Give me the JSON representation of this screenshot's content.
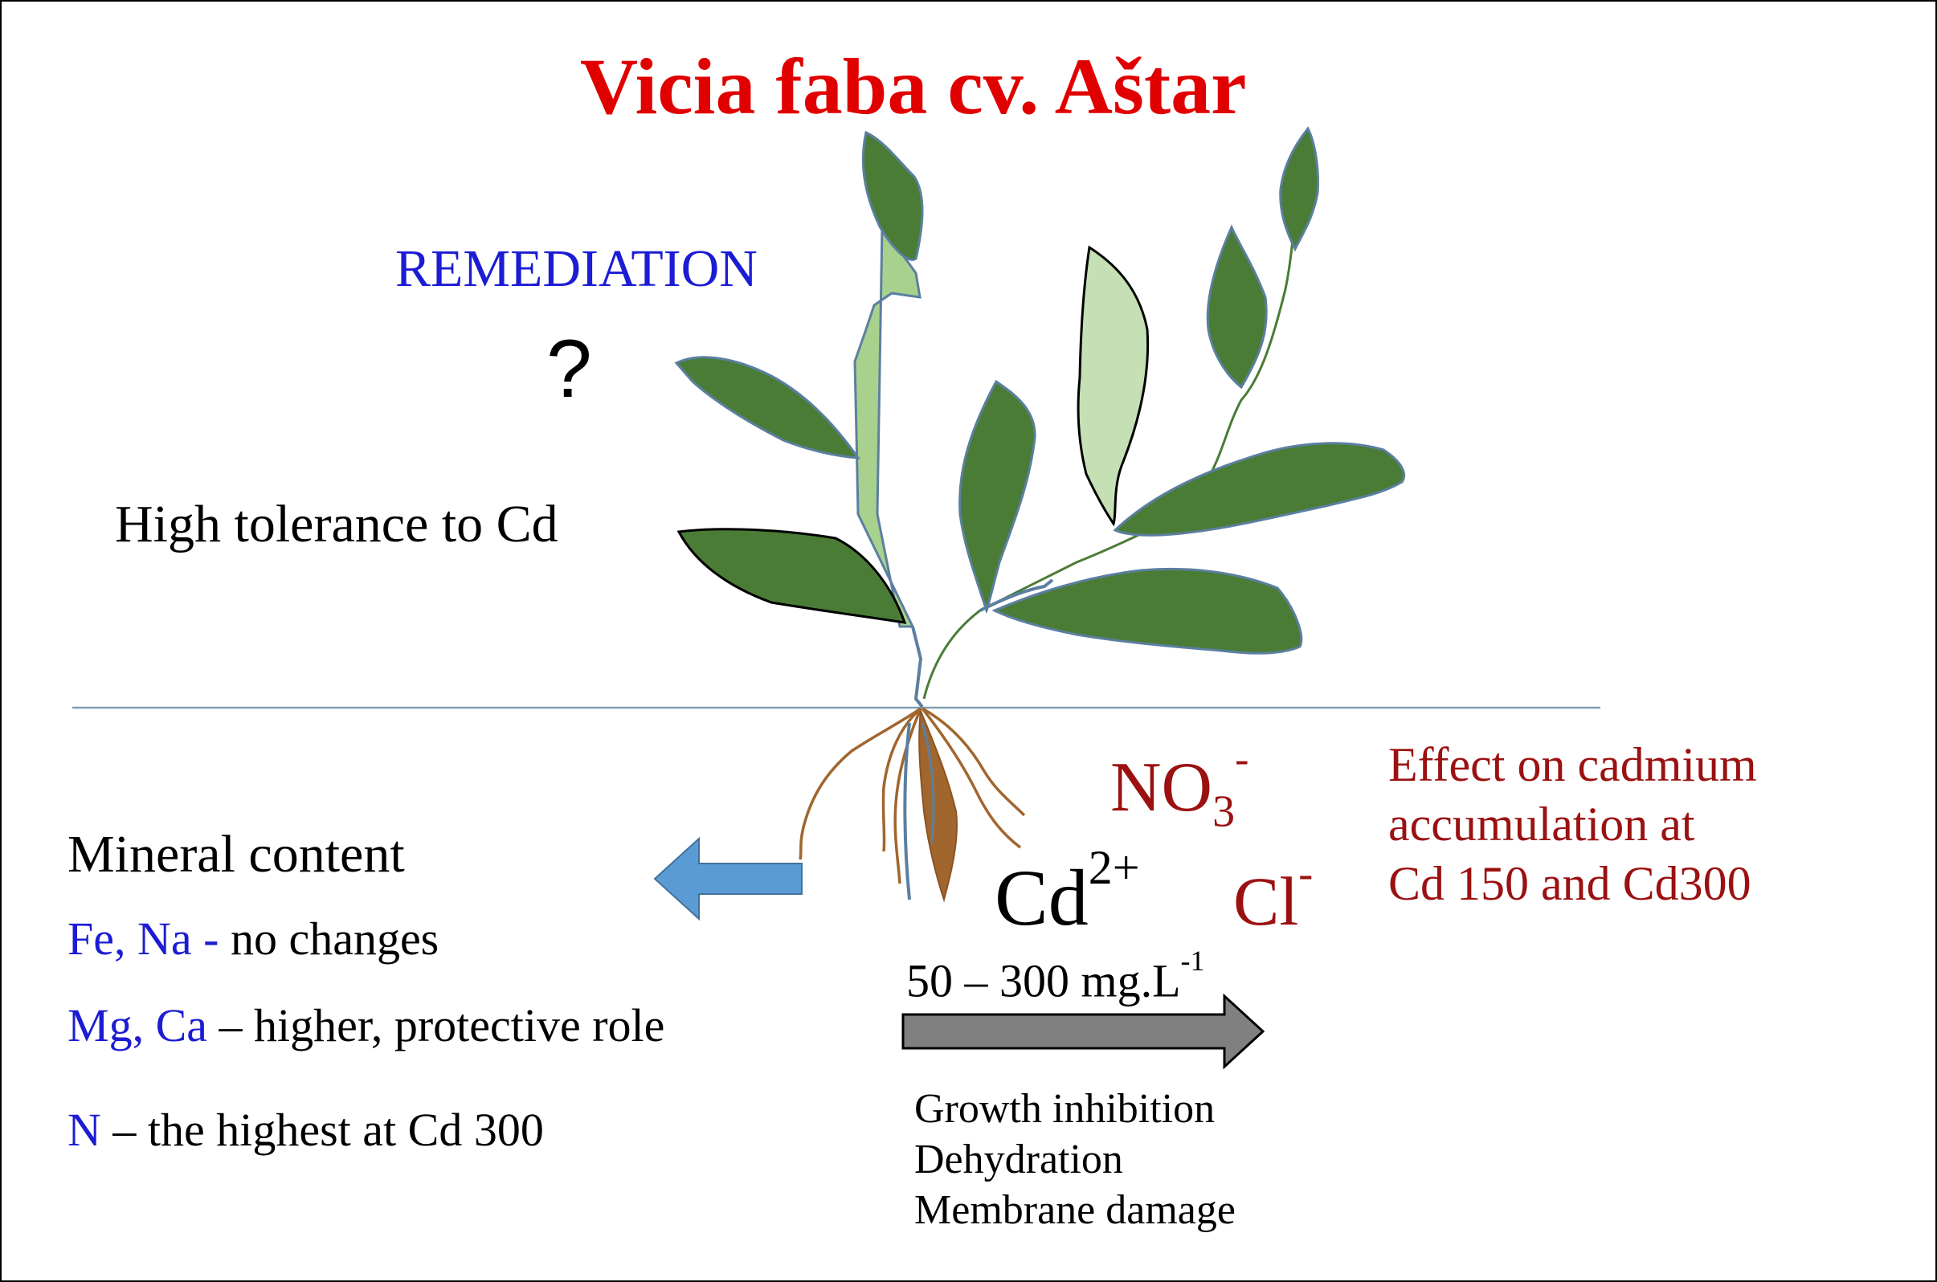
{
  "title": "Vicia faba cv. Aštar",
  "remediation": "REMEDIATION",
  "question_mark": "?",
  "tolerance": "High tolerance to Cd",
  "ions": {
    "nitrate_base": "NO",
    "nitrate_sub": "3",
    "nitrate_sup": "-",
    "cadmium_base": "Cd",
    "cadmium_sup": "2+",
    "chloride_base": "Cl",
    "chloride_sup": "-"
  },
  "effect_on_cd": [
    "Effect on cadmium",
    "accumulation at",
    "Cd 150 and Cd300"
  ],
  "dose": {
    "text": "50 – 300 mg.L",
    "sup": "-1"
  },
  "mineral": {
    "title": "Mineral content",
    "rows": [
      {
        "elements": "Fe, Na -",
        "description": " no changes"
      },
      {
        "elements": "Mg, Ca",
        "description": " – higher, protective role"
      },
      {
        "elements": "N",
        "description": " – the highest at Cd 300"
      }
    ]
  },
  "effects": [
    "Growth inhibition",
    "Dehydration",
    "Membrane damage"
  ],
  "colors": {
    "title": "#e00000",
    "blue_text": "#1c1cd4",
    "dark_red_text": "#9b1111",
    "leaf_dark": "#4a7c36",
    "leaf_light": "#c5e0b4",
    "stem_light": "#a9d18e",
    "root": "#a0662e",
    "ground_line": "#7f9fb0",
    "blue_arrow": "#5b9bd5",
    "grey_arrow": "#808080"
  },
  "icons": {
    "left_arrow": "left-arrow-icon",
    "right_arrow": "right-arrow-icon"
  }
}
